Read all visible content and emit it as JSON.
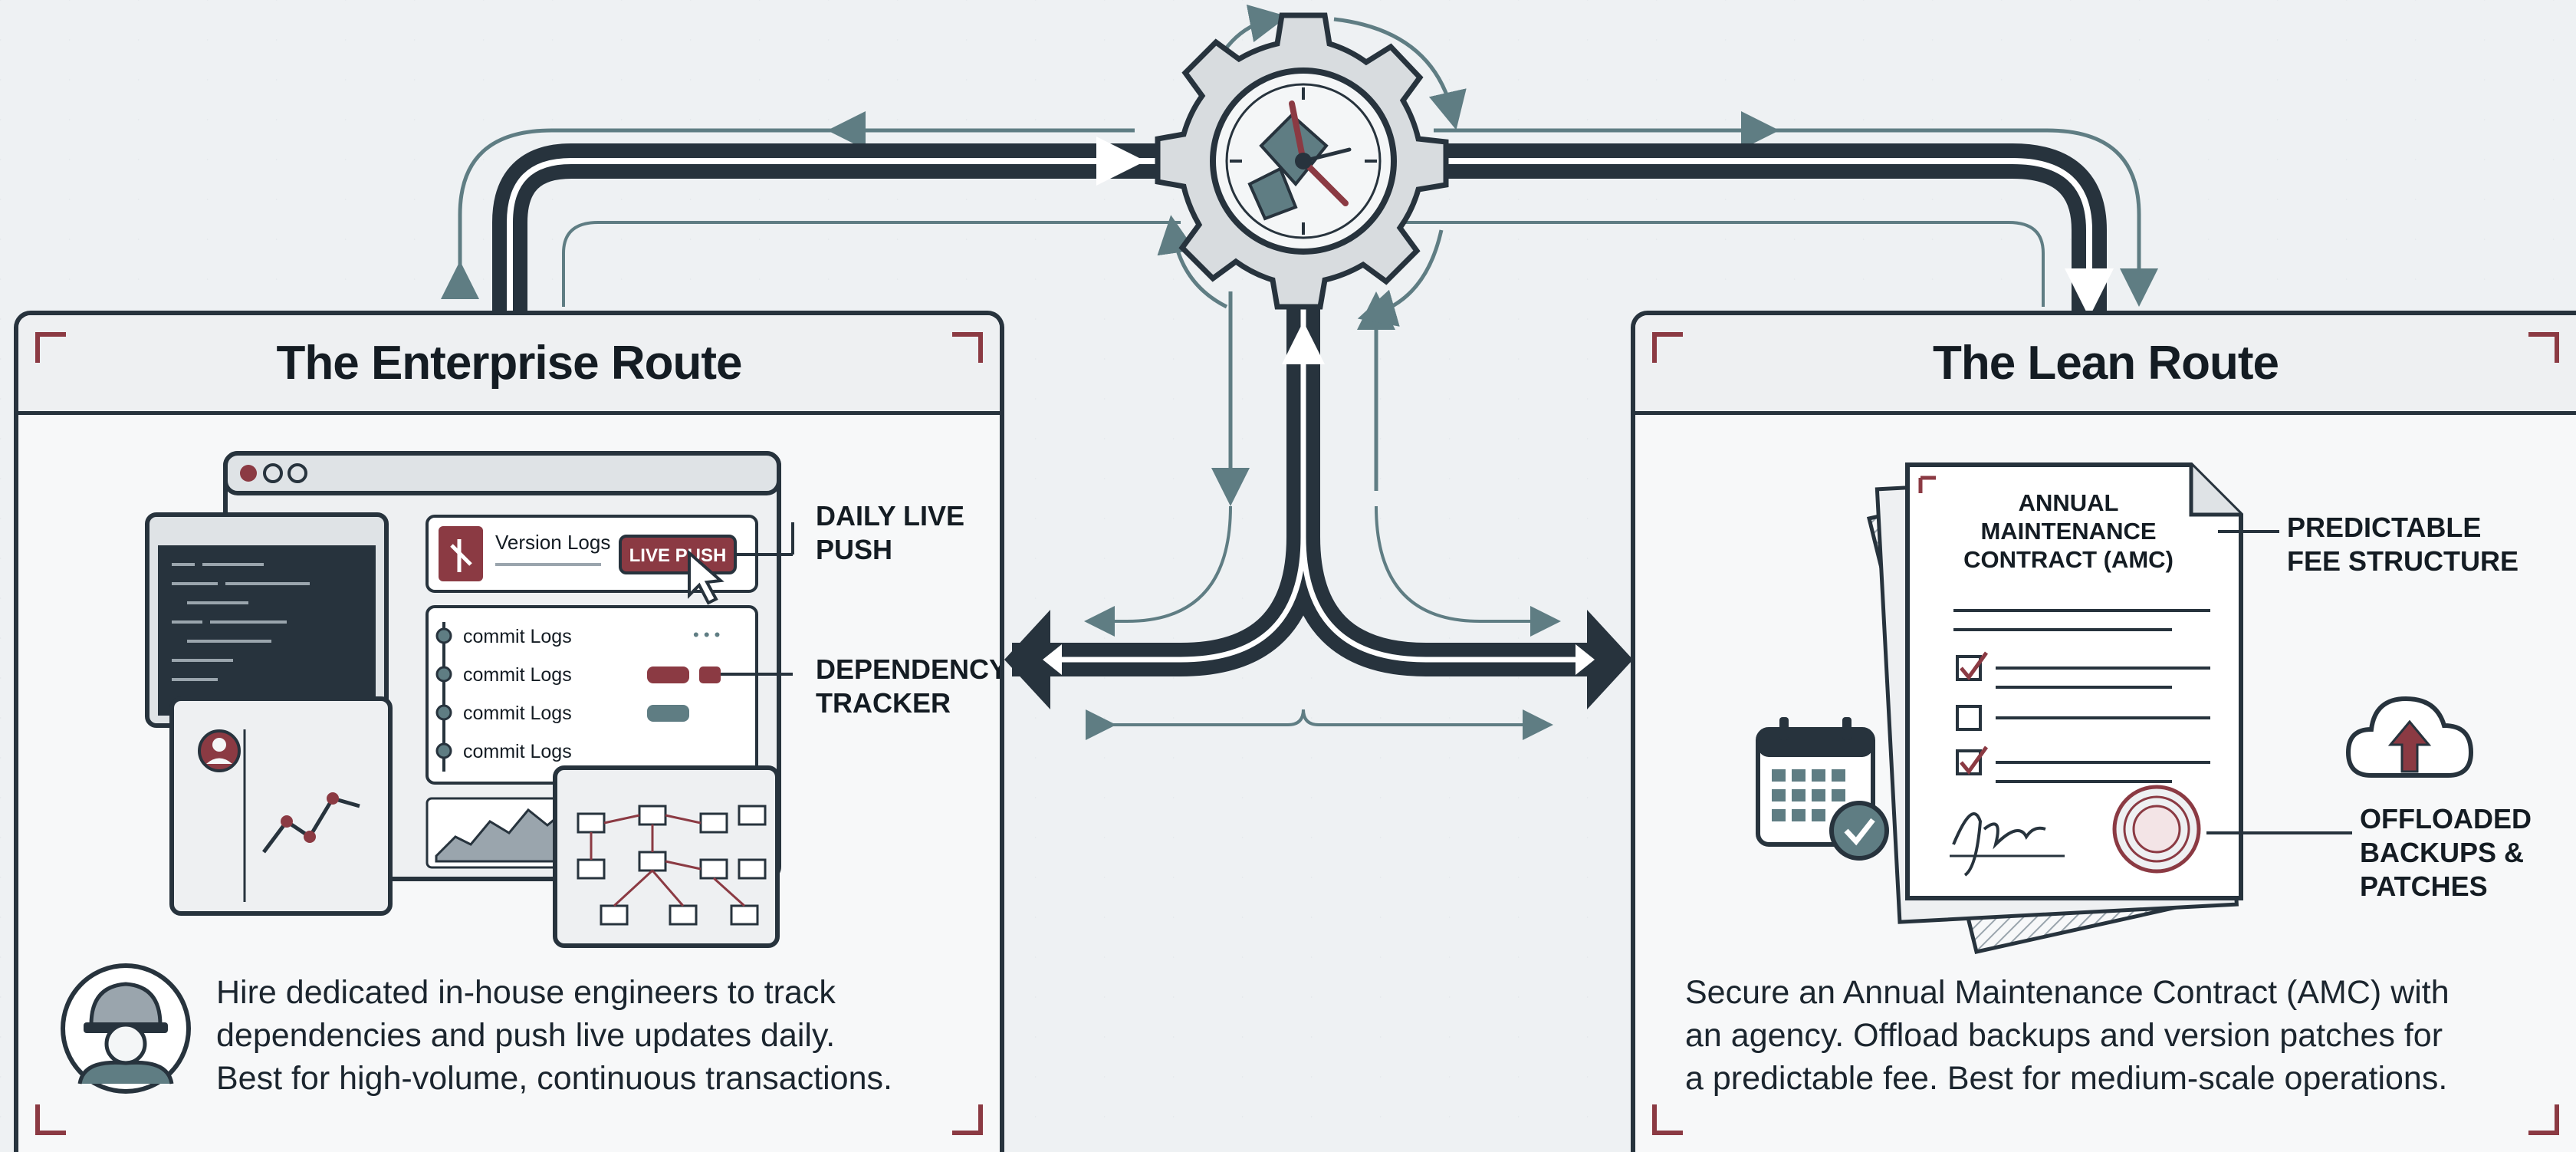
{
  "left_route": {
    "title": "The Enterprise Route",
    "mockup": {
      "version_logs": "Version Logs",
      "live_push": "LIVE PUSH",
      "commit_rows": [
        "commit Logs",
        "commit Logs",
        "commit Logs",
        "commit Logs"
      ]
    },
    "callouts": {
      "daily_live_push": "DAILY LIVE PUSH",
      "dependency_tracker": "DEPENDENCY TRACKER"
    },
    "description_lines": [
      "Hire dedicated in-house engineers to track",
      "dependencies and push live updates daily.",
      "Best for high-volume, continuous transactions."
    ]
  },
  "right_route": {
    "title": "The Lean Route",
    "contract": {
      "heading_lines": [
        "ANNUAL",
        "MAINTENANCE",
        "CONTRACT (AMC)"
      ]
    },
    "callouts": {
      "predictable_fee": "PREDICTABLE FEE STRUCTURE",
      "offloaded_backups": "OFFLOADED BACKUPS & PATCHES"
    },
    "description_lines": [
      "Secure an Annual Maintenance Contract (AMC) with",
      "an agency. Offload backups and version patches for",
      "a predictable fee. Best for medium-scale operations."
    ]
  },
  "colors": {
    "navy": "#27333d",
    "teal": "#5f7d83",
    "accent": "#8b3a43",
    "panel": "#f7f8f9",
    "background": "#eef1f3"
  },
  "icons": [
    "gear-clock-icon",
    "engineer-icon",
    "calendar-check-icon",
    "cloud-upload-icon",
    "seal-icon",
    "signature-icon"
  ]
}
